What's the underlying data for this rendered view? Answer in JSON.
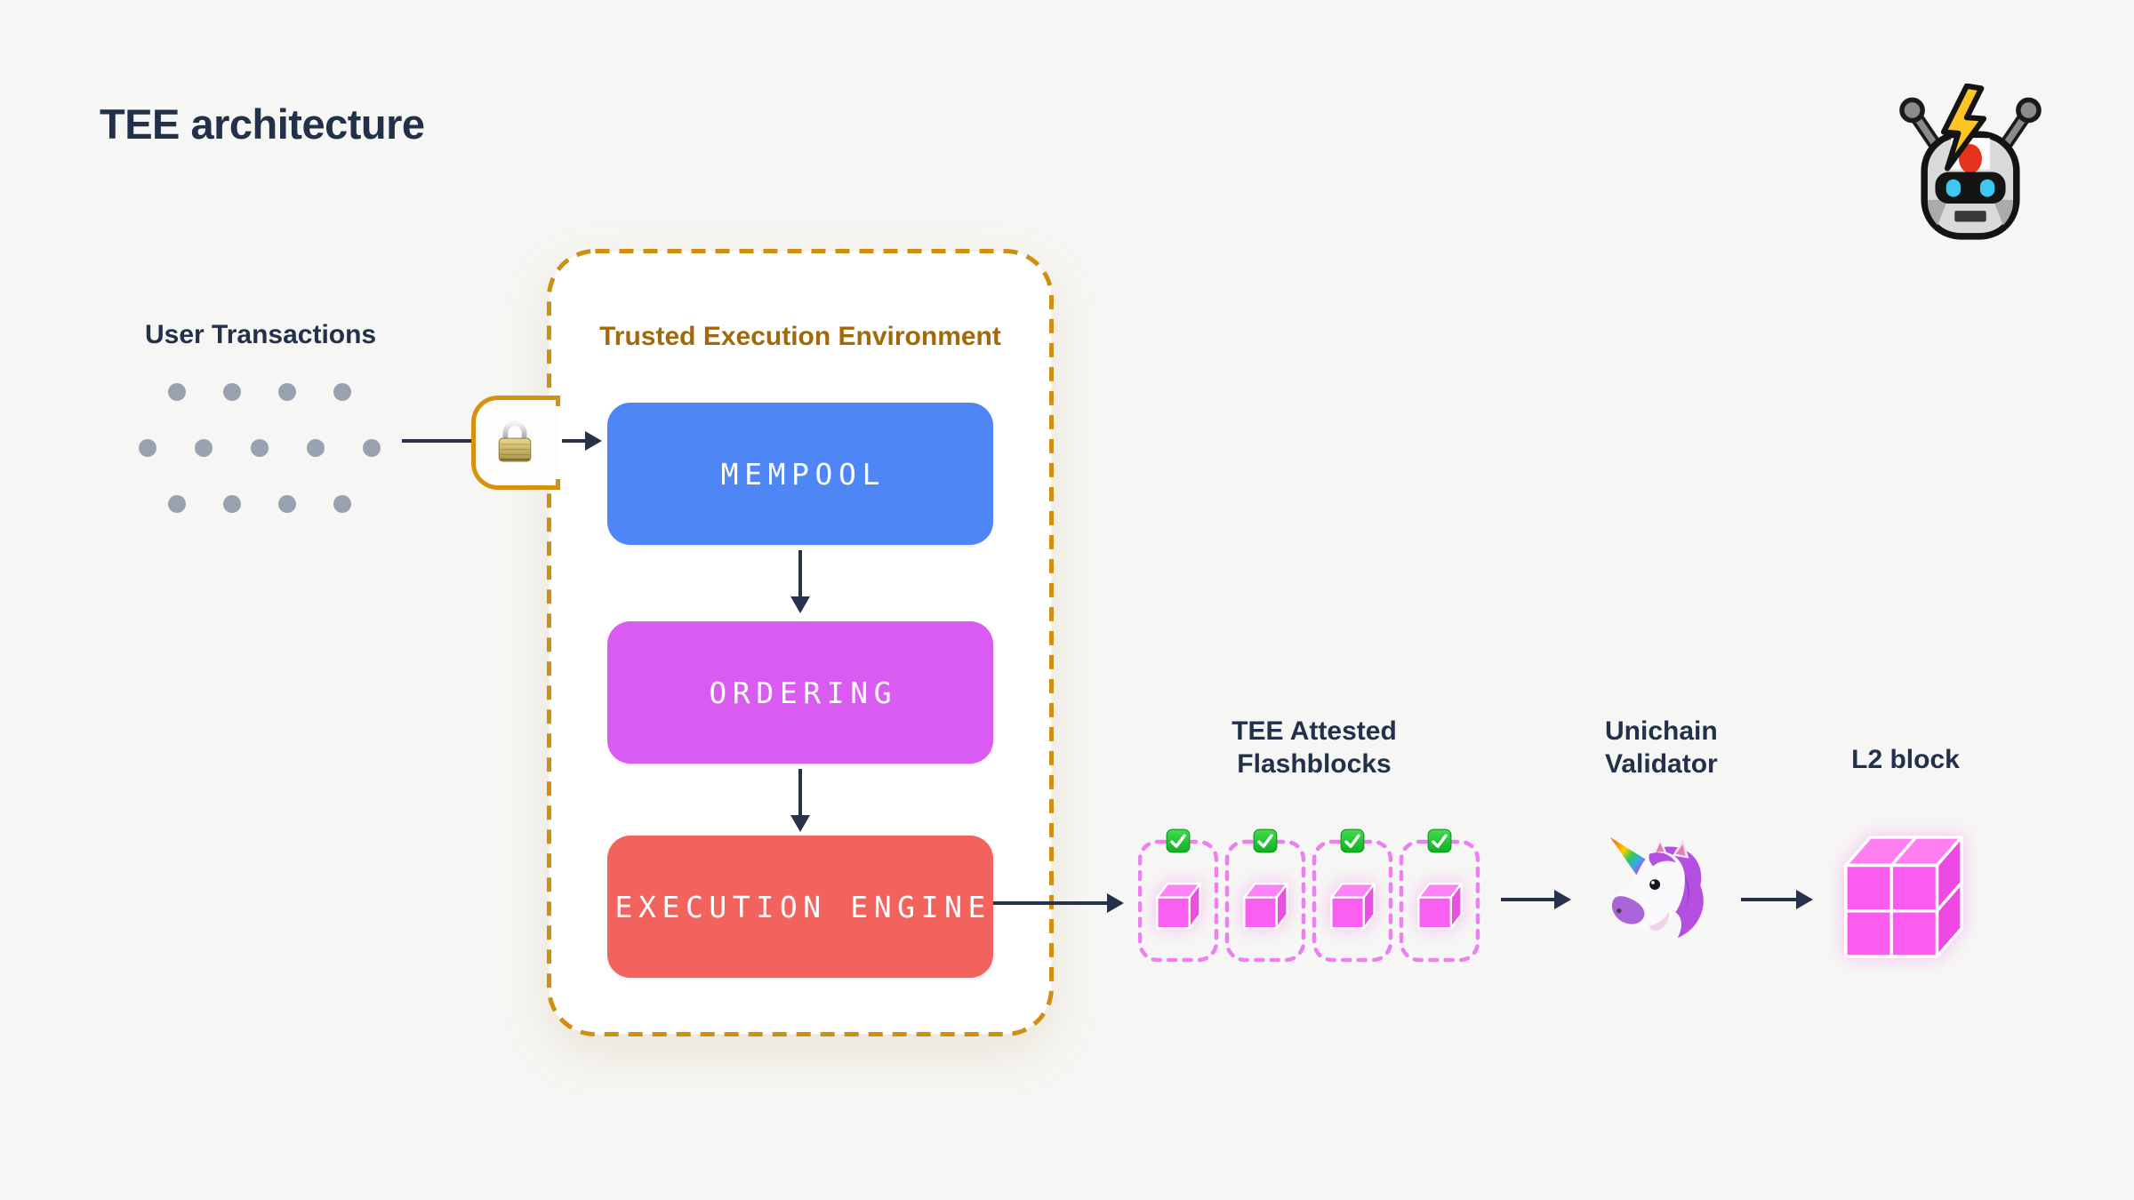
{
  "page": {
    "title": "TEE architecture",
    "background": "#f6f6f4",
    "heading_color": "#22304a",
    "arrow_color": "#27324a"
  },
  "logo": {
    "icon": "robot-lightning-icon"
  },
  "user_transactions": {
    "label": "User Transactions",
    "dot_color": "#99a1b0",
    "dot_rows": [
      4,
      5,
      4
    ]
  },
  "lock": {
    "icon": "padlock-icon",
    "frame_color": "#d79110"
  },
  "tee": {
    "title": "Trusted Execution Environment",
    "title_color": "#a3680a",
    "border_color": "#cf8f10",
    "fill": "#ffffff",
    "stages": [
      {
        "label": "MEMPOOL",
        "color": "#4e86f6"
      },
      {
        "label": "ORDERING",
        "color": "#da5bf2"
      },
      {
        "label": "EXECUTION ENGINE",
        "color": "#f3635e"
      }
    ]
  },
  "flashblocks": {
    "label_line1": "TEE Attested",
    "label_line2": "Flashblocks",
    "count": 4,
    "dash_color": "#ec80f1",
    "check_icon": "green-check-icon",
    "cube_icon": "pink-cube-icon",
    "cube": {
      "front": "#fa5ff2",
      "top": "#fb83f5",
      "side": "#e94fe0"
    }
  },
  "validator": {
    "label_line1": "Unichain",
    "label_line2": "Validator",
    "icon": "unicorn-icon"
  },
  "l2_block": {
    "label": "L2 block",
    "icon": "l2-cube-icon",
    "cube": {
      "front": "#fc5bf0",
      "top": "#ff7ff2",
      "side": "#ef49e4"
    }
  }
}
